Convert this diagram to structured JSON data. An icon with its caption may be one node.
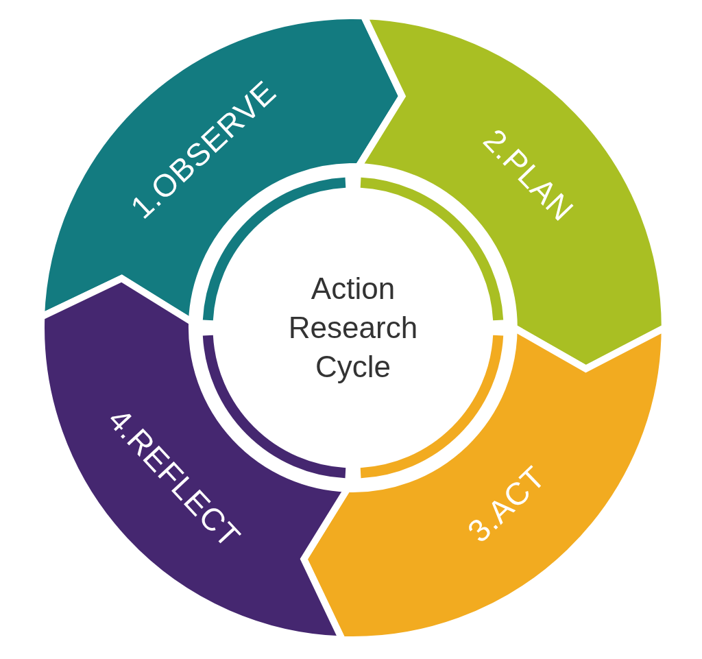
{
  "diagram": {
    "nodes": [
      {
        "text": [
          "Action Research Cycle"
        ]
      },
      {
        "text": [
          "1.OBSERVE"
        ]
      },
      {
        "text": [
          "2.PLAN"
        ]
      },
      {
        "text": [
          "3.ACT"
        ]
      },
      {
        "text": [
          "4.REFLECT"
        ]
      }
    ]
  }
}
